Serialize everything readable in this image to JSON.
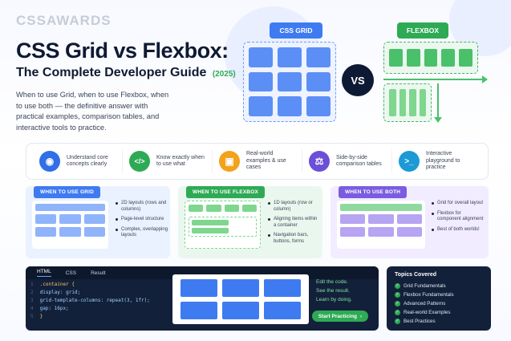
{
  "brand": "CSSAWARDS",
  "title": "CSS Grid vs Flexbox:",
  "subtitle": "The Complete Developer Guide",
  "year": "(2025)",
  "description": "When to use Grid, when to use Flexbox, when to use both — the definitive answer with practical examples, comparison tables, and interactive tools to practice.",
  "hero": {
    "grid_label": "CSS GRID",
    "flex_label": "FLEXBOX",
    "vs": "VS",
    "colors": {
      "grid": "#3f7bf0",
      "flex": "#2eaa55",
      "dark": "#0e1a33"
    }
  },
  "benefits": [
    {
      "icon": "lightbulb-icon",
      "color": "#2f6fe8",
      "text": "Understand core concepts clearly"
    },
    {
      "icon": "code-icon",
      "color": "#2eaa55",
      "text": "Know exactly when to use what"
    },
    {
      "icon": "window-icon",
      "color": "#f2a21b",
      "text": "Real-world examples & use cases"
    },
    {
      "icon": "scale-icon",
      "color": "#6b4fd8",
      "text": "Side-by-side comparison tables"
    },
    {
      "icon": "terminal-icon",
      "color": "#1c9ad6",
      "text": "Interactive playground to practice"
    }
  ],
  "cards": {
    "grid": {
      "tag": "WHEN TO USE GRID",
      "color": "#3f7bf0",
      "items": [
        "2D layouts (rows and columns)",
        "Page-level structure",
        "Complex, overlapping layouts"
      ]
    },
    "flex": {
      "tag": "WHEN TO USE FLEXBOX",
      "color": "#2eaa55",
      "items": [
        "1D layouts (row or column)",
        "Aligning items within a container",
        "Navigation bars, buttons, forms"
      ]
    },
    "both": {
      "tag": "WHEN TO USE BOTH",
      "color": "#7b5ce0",
      "items": [
        "Grid for overall layout",
        "Flexbox for component alignment",
        "Best of both worlds!"
      ]
    }
  },
  "editor": {
    "tabs": [
      "HTML",
      "CSS",
      "Result"
    ],
    "code": [
      {
        "n": "1",
        "text": ".container {"
      },
      {
        "n": "2",
        "text": "  display: grid;"
      },
      {
        "n": "3",
        "text": "  grid-template-columns: repeat(3, 1fr);"
      },
      {
        "n": "4",
        "text": "  gap: 16px;"
      },
      {
        "n": "5",
        "text": "}"
      }
    ],
    "cta_lines": [
      "Edit the code.",
      "See the result.",
      "Learn by doing."
    ],
    "cta_button": "Start Practicing"
  },
  "topics": {
    "title": "Topics Covered",
    "items": [
      "Grid Fundamentals",
      "Flexbox Fundamentals",
      "Advanced Patterns",
      "Real-world Examples",
      "Best Practices"
    ]
  }
}
